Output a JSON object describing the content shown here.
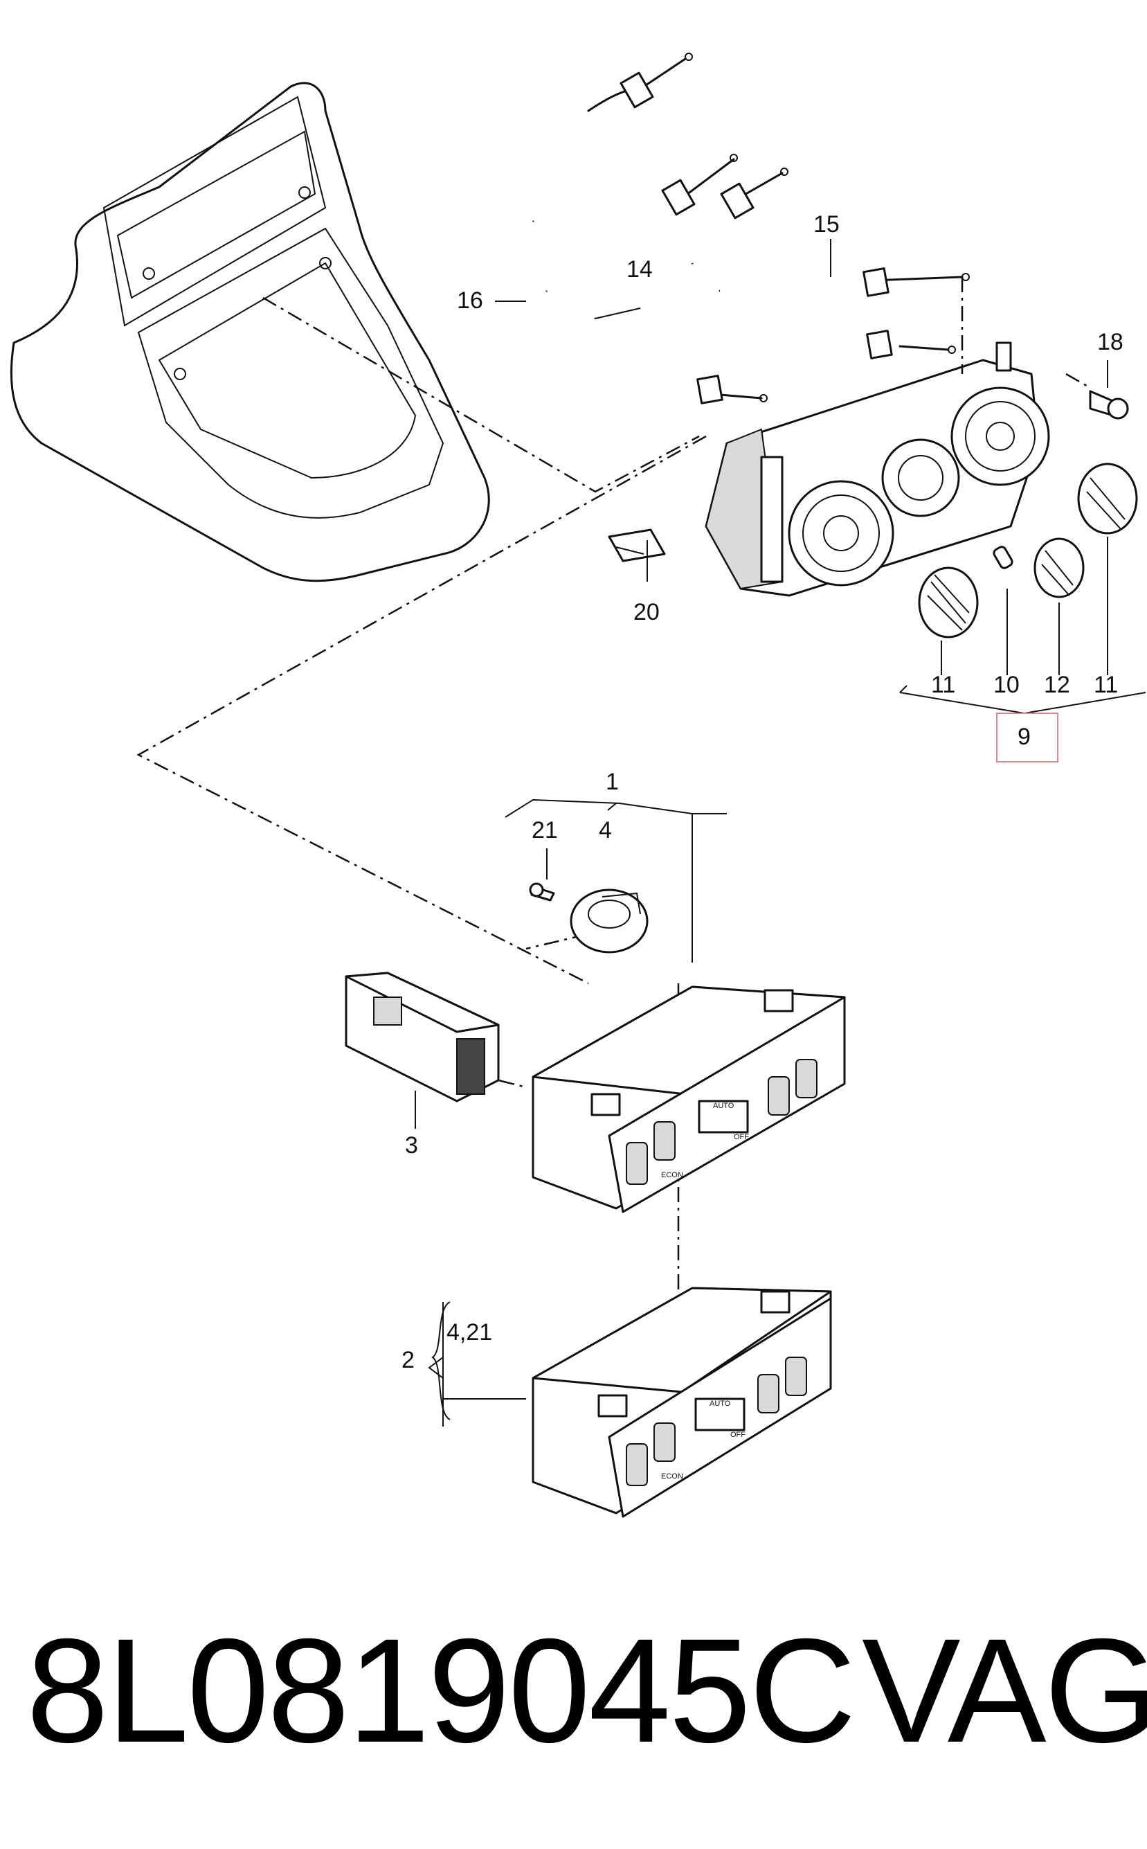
{
  "diagram": {
    "callouts": {
      "c1": "1",
      "c2": "2",
      "c3": "3",
      "c4": "4",
      "c4_21": "4,21",
      "c9": "9",
      "c10": "10",
      "c11a": "11",
      "c11b": "11",
      "c12": "12",
      "c14": "14",
      "c15": "15",
      "c16": "16",
      "c18": "18",
      "c20": "20",
      "c21": "21"
    },
    "panel_labels": {
      "auto": "AUTO",
      "off": "OFF",
      "econ": "ECON"
    },
    "highlight_color": "#d9868e"
  },
  "footer": {
    "part_number": "8L0819045C",
    "brand": "VAG"
  }
}
